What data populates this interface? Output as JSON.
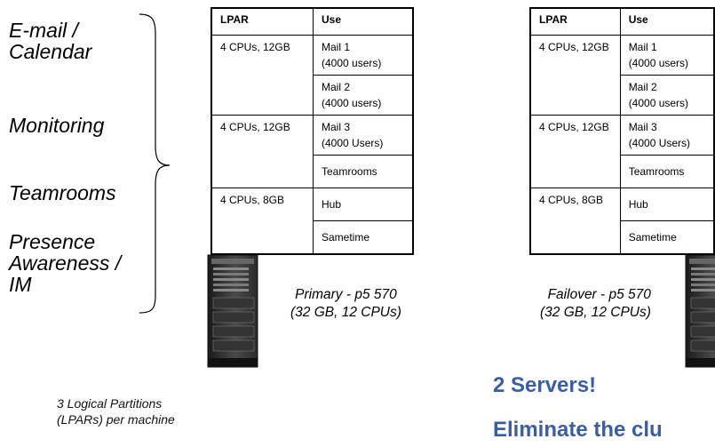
{
  "services": {
    "email": [
      "E-mail /",
      "Calendar"
    ],
    "monitoring": "Monitoring",
    "teamrooms": "Teamrooms",
    "presence": [
      "Presence",
      "Awareness /",
      "IM"
    ]
  },
  "table": {
    "headers": [
      "LPAR",
      "Use"
    ],
    "lpars": [
      {
        "lpar": "4 CPUs, 12GB",
        "uses": [
          [
            "Mail 1",
            "(4000 users)"
          ],
          [
            "Mail 2",
            "(4000 users)"
          ]
        ]
      },
      {
        "lpar": "4 CPUs, 12GB",
        "uses": [
          [
            "Mail 3",
            "(4000 Users)"
          ],
          [
            "Teamrooms"
          ]
        ]
      },
      {
        "lpar": "4 CPUs, 8GB",
        "uses": [
          [
            "Hub"
          ],
          [
            "Sametime"
          ]
        ]
      }
    ]
  },
  "primary_caption": [
    "Primary - p5 570",
    "(32 GB, 12 CPUs)"
  ],
  "failover_caption": [
    "Failover - p5 570",
    "(32 GB, 12 CPUs)"
  ],
  "note": [
    "3 Logical Partitions",
    "(LPARs) per machine"
  ],
  "headline1": "2 Servers!",
  "headline2": "Eliminate the clu",
  "colors": {
    "headline": "#3b5ea0"
  },
  "icons": [
    "server-tower-icon",
    "curly-brace-icon"
  ]
}
